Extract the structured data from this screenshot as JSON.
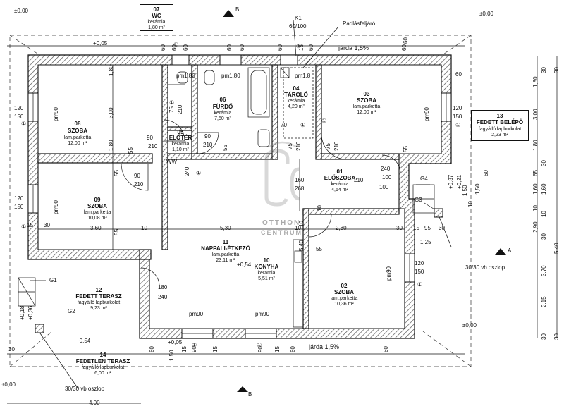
{
  "levels": [
    "±0,00",
    "±0,00",
    "±0,00",
    "±0,00",
    "+0,05",
    "+0,05",
    "+0,54",
    "+0,54",
    "+0,37",
    "+0,21",
    "+0,18",
    "+0,36"
  ],
  "section_marks": [
    "B",
    "B",
    "A"
  ],
  "roof_access": "Padlásfeljáró",
  "chimney": {
    "label": "K1",
    "size": "60/100"
  },
  "walkway": "járda 1,5%",
  "wc": {
    "number": "07",
    "name": "WC",
    "material": "kerámia",
    "area": "1,80 m²"
  },
  "rooms": [
    {
      "key": "r08",
      "number": "08",
      "name": "SZOBA",
      "material": "lam.parketta",
      "area": "12,00 m²"
    },
    {
      "key": "r06",
      "number": "06",
      "name": "FÜRDŐ",
      "material": "kerámia",
      "area": "7,50 m²"
    },
    {
      "key": "r04",
      "number": "04",
      "name": "TÁROLÓ",
      "material": "kerámia",
      "area": "4,20 m²"
    },
    {
      "key": "r03",
      "number": "03",
      "name": "SZOBA",
      "material": "lam.parketta",
      "area": "12,00 m²"
    },
    {
      "key": "r05",
      "number": "05",
      "name": "ELŐTÉR",
      "material": "kerámia",
      "area": "1,10 m²"
    },
    {
      "key": "r09",
      "number": "09",
      "name": "SZOBA",
      "material": "lam.parketta",
      "area": "10,08 m²"
    },
    {
      "key": "r01",
      "number": "01",
      "name": "ELŐSZOBA",
      "material": "kerámia",
      "area": "4,64 m²"
    },
    {
      "key": "r11",
      "number": "11",
      "name": "NAPPALI-ÉTKEZŐ",
      "material": "lam.parketta",
      "area": "23,11 m²"
    },
    {
      "key": "r10",
      "number": "10",
      "name": "KONYHA",
      "material": "kerámia",
      "area": "5,51 m²"
    },
    {
      "key": "r02",
      "number": "02",
      "name": "SZOBA",
      "material": "lam.parketta",
      "area": "10,36 m²"
    },
    {
      "key": "r12",
      "number": "12",
      "name": "FEDETT TERASZ",
      "material": "fagyálló lapburkolat",
      "area": "9,23 m²"
    },
    {
      "key": "r14",
      "number": "14",
      "name": "FEDETLEN TERASZ",
      "material": "fagyálló lapburkolat",
      "area": "6,00 m²"
    }
  ],
  "entrance": {
    "number": "13",
    "name": "FEDETT BELÉPŐ",
    "material": "fagyálló lapburkolat",
    "area": "2,23 m²"
  },
  "drains": [
    "G1",
    "G2",
    "G3",
    "G4"
  ],
  "column_note": "30/30 vb oszlop",
  "window_sill": "pm90",
  "window_sill_bath": "pm1,80",
  "window_sill_store": "pm1,8",
  "window_marks": [
    "①"
  ],
  "logo": {
    "initials": "OC",
    "line1": "OTTHON",
    "line2": "CENTRUM"
  },
  "dims_top": [
    "60",
    "60",
    "60",
    "60",
    "60",
    "60",
    "15",
    "60",
    "60"
  ],
  "dims_plan": [
    "1,80",
    "3,00",
    "1,80",
    "90",
    "210",
    "90",
    "210",
    "75",
    "210",
    "75",
    "210",
    "75",
    "210",
    "120",
    "150",
    "120",
    "150",
    "120",
    "150",
    "120",
    "150",
    "70",
    "55",
    "55",
    "55",
    "55",
    "55",
    "100",
    "210",
    "100",
    "240",
    "90",
    "210",
    "160",
    "268",
    "3,60",
    "10",
    "5,30",
    "10",
    "2,80",
    "30",
    "15",
    "95",
    "30",
    "1,25",
    "15",
    "30",
    "180",
    "240",
    "5,40",
    "10",
    "55",
    "60",
    "240"
  ],
  "dims_right": [
    "30",
    "30",
    "1,80",
    "3,00",
    "1,80",
    "30",
    "65",
    "1,60",
    "10",
    "1,60",
    "2,90",
    "30",
    "3,70",
    "2,15",
    "30",
    "30",
    "10",
    "5,40",
    "1,50",
    "60"
  ],
  "dims_bottom": [
    "4,00",
    "60",
    "15",
    "90",
    "15",
    "90",
    "15",
    "60",
    "60",
    "1,50",
    "30"
  ],
  "misc_labels": [
    "WW",
    "1,50",
    "10",
    "60",
    "10",
    "1,20",
    "180",
    "60"
  ]
}
